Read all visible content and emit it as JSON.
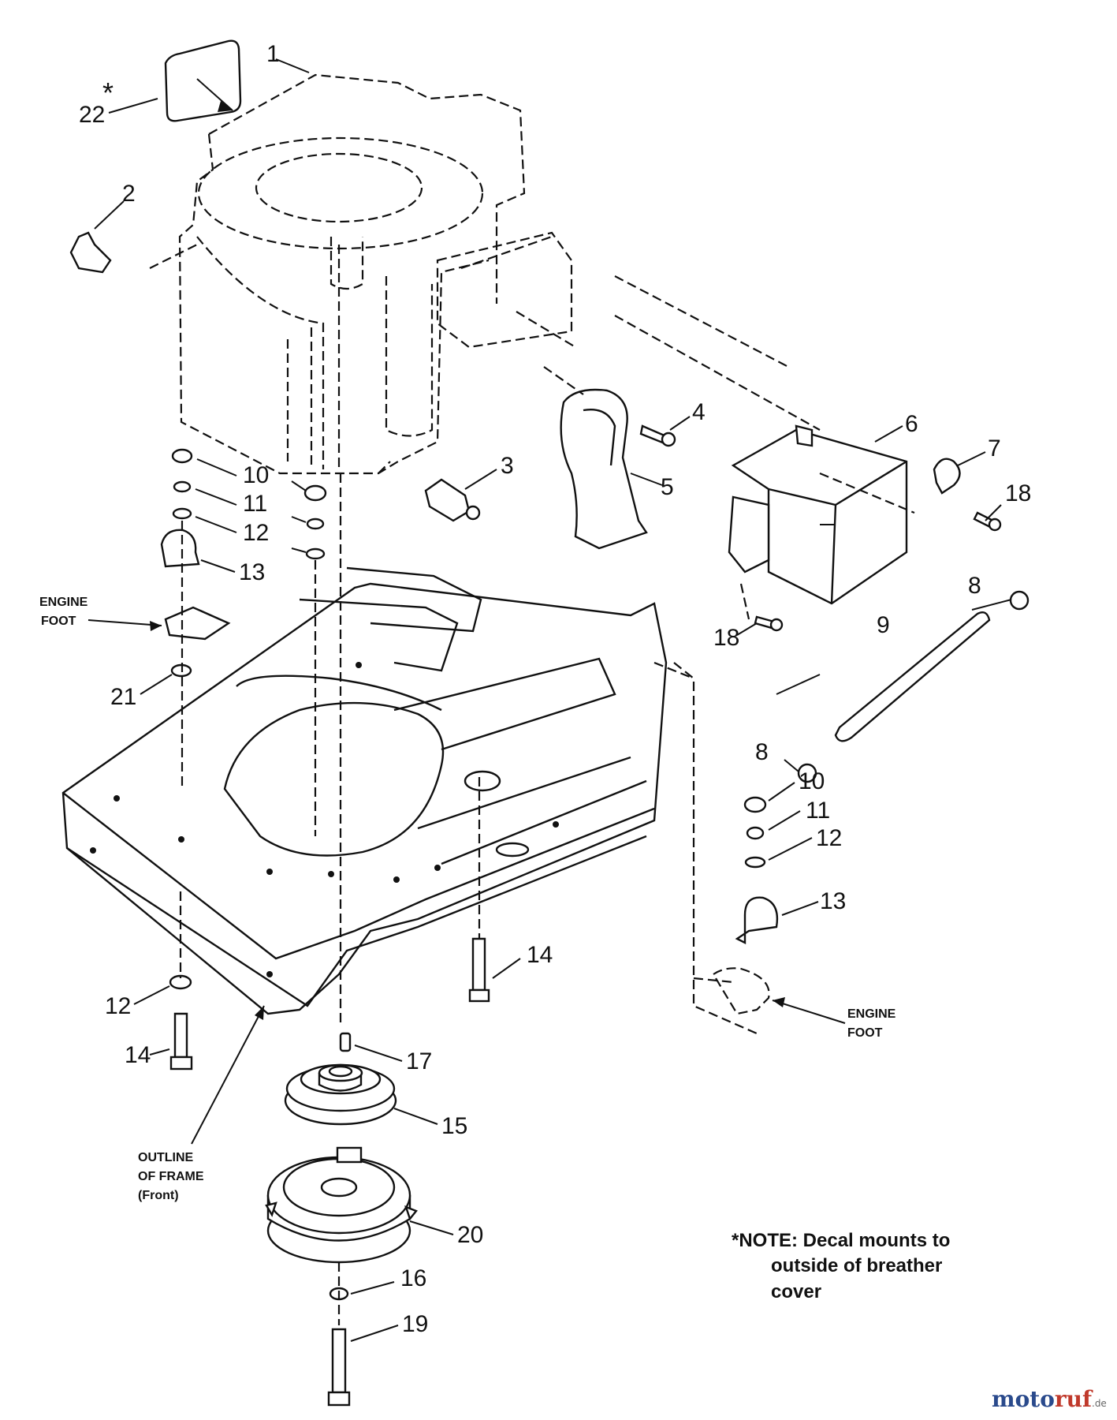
{
  "callouts": [
    {
      "id": "c1",
      "text": "1"
    },
    {
      "id": "c2",
      "text": "2"
    },
    {
      "id": "c3",
      "text": "3"
    },
    {
      "id": "c4",
      "text": "4"
    },
    {
      "id": "c5",
      "text": "5"
    },
    {
      "id": "c6",
      "text": "6"
    },
    {
      "id": "c7",
      "text": "7"
    },
    {
      "id": "c8a",
      "text": "8"
    },
    {
      "id": "c8b",
      "text": "8"
    },
    {
      "id": "c9",
      "text": "9"
    },
    {
      "id": "c10a",
      "text": "10"
    },
    {
      "id": "c11a",
      "text": "11"
    },
    {
      "id": "c12a",
      "text": "12"
    },
    {
      "id": "c13a",
      "text": "13"
    },
    {
      "id": "c10b",
      "text": "10"
    },
    {
      "id": "c11b",
      "text": "11"
    },
    {
      "id": "c12b",
      "text": "12"
    },
    {
      "id": "c13b",
      "text": "13"
    },
    {
      "id": "c12c",
      "text": "12"
    },
    {
      "id": "c14a",
      "text": "14"
    },
    {
      "id": "c14b",
      "text": "14"
    },
    {
      "id": "c15",
      "text": "15"
    },
    {
      "id": "c16",
      "text": "16"
    },
    {
      "id": "c17",
      "text": "17"
    },
    {
      "id": "c18a",
      "text": "18"
    },
    {
      "id": "c18b",
      "text": "18"
    },
    {
      "id": "c19",
      "text": "19"
    },
    {
      "id": "c20",
      "text": "20"
    },
    {
      "id": "c21",
      "text": "21"
    },
    {
      "id": "c22",
      "text": "22"
    }
  ],
  "star": "*",
  "labels": {
    "engine_foot_left": [
      "ENGINE",
      "FOOT"
    ],
    "engine_foot_right": [
      "ENGINE",
      "FOOT"
    ],
    "outline_of_frame": [
      "OUTLINE",
      "OF FRAME",
      "(Front)"
    ]
  },
  "note": [
    "*NOTE: Decal mounts to",
    "outside of breather",
    "cover"
  ],
  "watermark": {
    "brand": "motoruf",
    "tld": ".de"
  }
}
